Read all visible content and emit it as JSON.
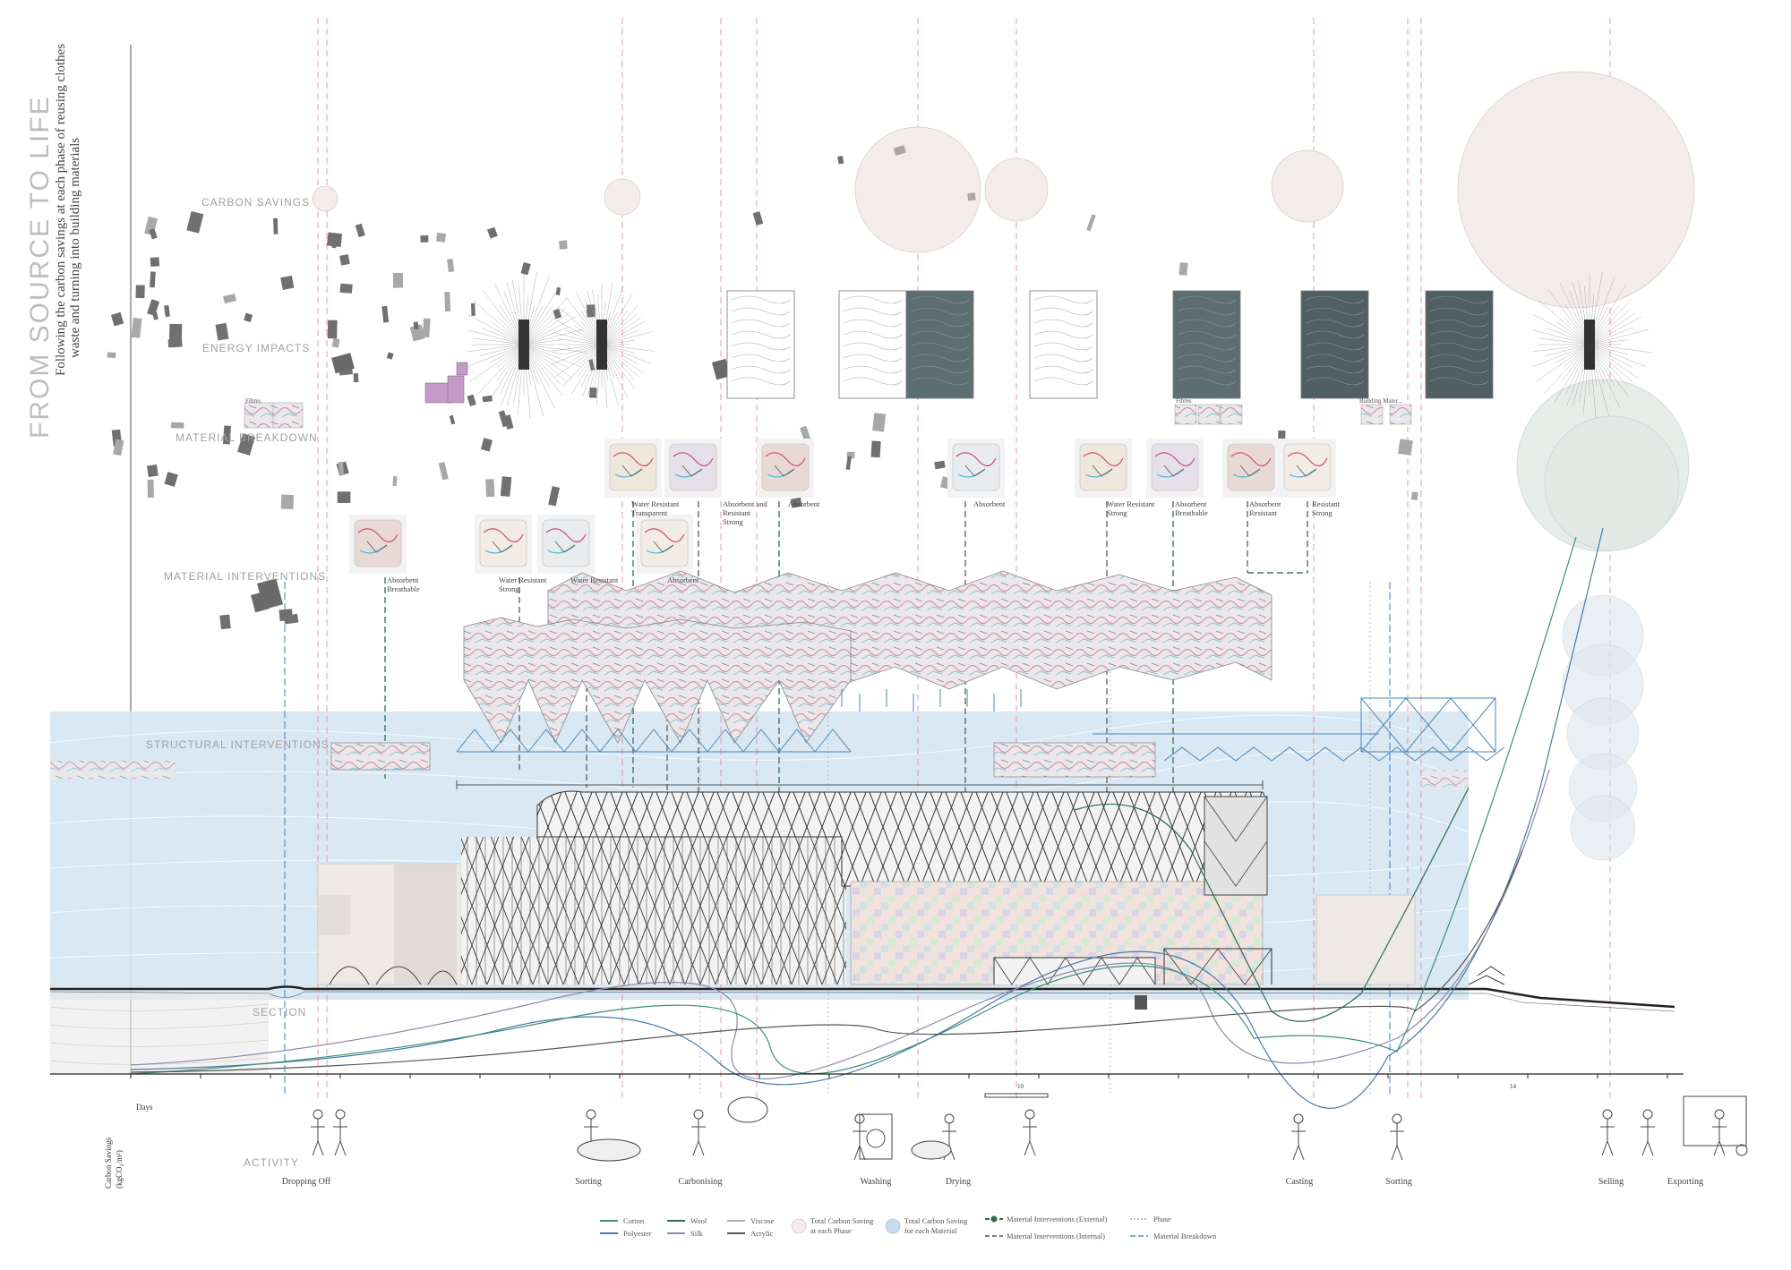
{
  "title": {
    "main": "FROM SOURCE TO LIFE",
    "line1": "Following the carbon savings at each phase of  reusing clothes",
    "line2": "waste and turning into building materials"
  },
  "rows": {
    "carbon_savings": "CARBON SAVINGS",
    "energy_impacts": "ENERGY IMPACTS",
    "material_breakdown": "MATERIAL BREAKDOWN",
    "material_interventions": "MATERIAL INTERVENTIONS",
    "structural_interventions": "STRUCTURAL INTERVENTIONS",
    "section": "SECTION",
    "activity": "ACTIVITY"
  },
  "axis": {
    "y_label_1": "Carbon Savings",
    "y_label_2": "(kgCO₂/m²)",
    "x_label": "Days",
    "x_tick_mid": "10",
    "x_tick_end": "14"
  },
  "activities": [
    "Dropping Off",
    "Sorting",
    "Carbonising",
    "Washing",
    "Drying",
    "Casting",
    "Sorting",
    "Selling",
    "Exporting"
  ],
  "small_labels": {
    "fibres_1": "Fibres",
    "fibres_2": "Fibres",
    "building_materials": "Building Mater..."
  },
  "material_notes": [
    {
      "l1": "Absorbent",
      "l2": "Breathable"
    },
    {
      "l1": "Water Resistant",
      "l2": "Strong"
    },
    {
      "l1": "Water Resistant",
      "l2": ""
    },
    {
      "l1": "Absorbent",
      "l2": ""
    },
    {
      "l1": "Water Resistant",
      "l2": "Transparent"
    },
    {
      "l1": "Absorbent and Resistant",
      "l2": "Strong"
    },
    {
      "l1": "Absorbent",
      "l2": ""
    },
    {
      "l1": "Absorbent",
      "l2": ""
    },
    {
      "l1": "Water Resistant",
      "l2": "Strong"
    },
    {
      "l1": "Absorbent",
      "l2": "Breathable"
    },
    {
      "l1": "Absorbent",
      "l2": "Resistant"
    },
    {
      "l1": "Resistant",
      "l2": "Strong"
    }
  ],
  "legend": {
    "cotton": "Cotton",
    "polyester": "Polyester",
    "wool": "Wool",
    "silk": "Silk",
    "viscose": "Viscose",
    "acrylic": "Acrylic",
    "total_phase_1": "Total Carbon Saving",
    "total_phase_2": "at each Phase",
    "total_material_1": "Total Carbon Saving",
    "total_material_2": "for each Material",
    "mi_external": "Material Interventions (External)",
    "mi_internal": "Material Interventions (Internal)",
    "phase": "Phase",
    "material_breakdown": "Material Breakdown"
  },
  "colors": {
    "cotton": "#3c8f78",
    "polyester": "#4a78a8",
    "wool": "#2e6e4c",
    "silk": "#8a8aa8",
    "viscose": "#b0b0b0",
    "acrylic": "#555555",
    "phase_line": "#e6889a",
    "breakdown_line": "#5d8fc4",
    "water_band": "#d5e6f1",
    "phase_circle": "#f4ecea",
    "material_circle": "#e2e9e4"
  }
}
